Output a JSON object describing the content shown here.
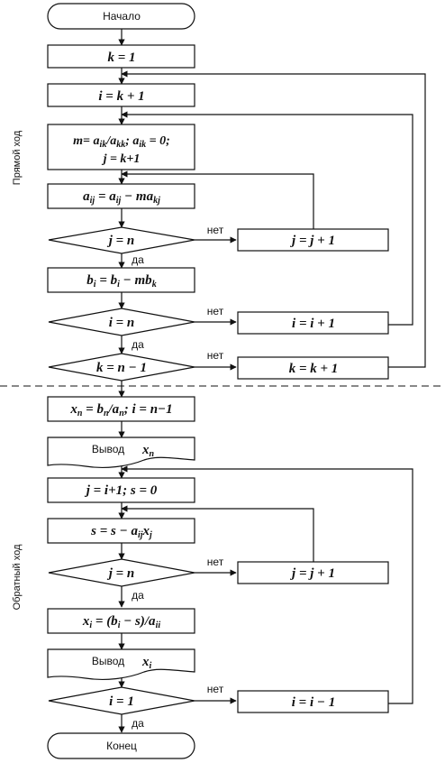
{
  "flowchart": {
    "start": "Начало",
    "end": "Конец",
    "labels": {
      "yes": "да",
      "no": "нет"
    },
    "sections": {
      "forward": "Прямой ход",
      "backward": "Обратный ход"
    },
    "output_prefix": "Вывод"
  }
}
